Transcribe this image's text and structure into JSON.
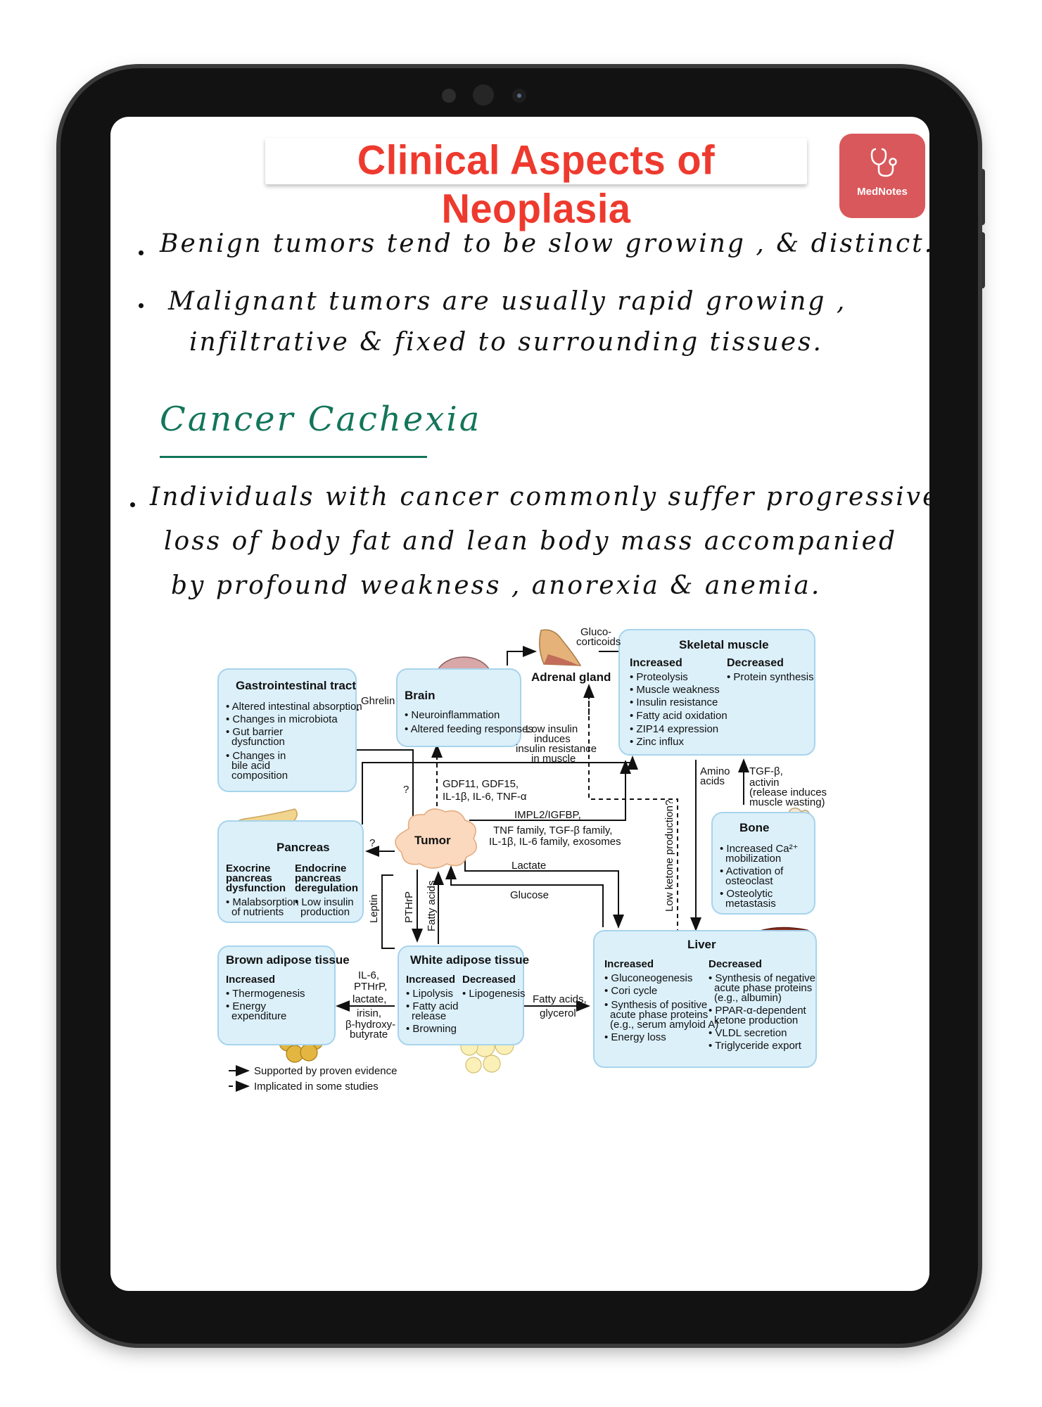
{
  "header": {
    "title": "Clinical Aspects of  Neoplasia",
    "logo_label": "MedNotes",
    "logo_icon": "stethoscope-icon"
  },
  "notes": {
    "bullet1": "Benign tumors tend to be slow growing , & distinct.",
    "bullet2_line1": "Malignant tumors are usually rapid growing ,",
    "bullet2_line2": "infiltrative & fixed to surrounding tissues.",
    "section_title": "Cancer Cachexia",
    "bullet3_line1": "Individuals with cancer commonly suffer progressive",
    "bullet3_line2": "loss of body fat and lean body mass accompanied",
    "bullet3_line3": "by profound weakness , anorexia & anemia."
  },
  "diagram": {
    "gi": {
      "title": "Gastrointestinal tract",
      "items": [
        "• Altered intestinal absorption",
        "• Changes in microbiota",
        "• Gut barrier",
        "dysfunction",
        "• Changes in",
        "bile acid",
        "composition"
      ]
    },
    "brain": {
      "title": "Brain",
      "items": [
        "• Neuroinflammation",
        "• Altered  feeding responses"
      ]
    },
    "adrenal": {
      "title": "Adrenal gland"
    },
    "skeletal": {
      "title": "Skeletal muscle",
      "increased": "Increased",
      "decreased": "Decreased",
      "inc_items": [
        "• Proteolysis",
        "• Muscle weakness",
        "• Insulin resistance",
        "• Fatty acid oxidation",
        "• ZIP14 expression",
        "• Zinc influx"
      ],
      "dec_items": [
        "• Protein synthesis"
      ]
    },
    "pancreas": {
      "title": "Pancreas",
      "exo": [
        "Exocrine",
        "pancreas",
        "dysfunction"
      ],
      "endo": [
        "Endocrine",
        "pancreas",
        "deregulation"
      ],
      "exo_items": [
        "• Malabsorption",
        "of nutrients"
      ],
      "endo_items": [
        "• Low insulin",
        "production"
      ]
    },
    "tumor": {
      "label": "Tumor"
    },
    "bone": {
      "title": "Bone",
      "items": [
        "• Increased Ca²⁺",
        "mobilization",
        "• Activation of",
        "osteoclast",
        "• Osteolytic",
        "metastasis"
      ]
    },
    "brown": {
      "title": "Brown adipose tissue",
      "increased": "Increased",
      "items": [
        "• Thermogenesis",
        "• Energy",
        "expenditure"
      ]
    },
    "white": {
      "title": "White adipose tissue",
      "increased": "Increased",
      "decreased": "Decreased",
      "inc_items": [
        "• Lipolysis",
        "• Fatty acid",
        "release",
        "• Browning"
      ],
      "dec_items": [
        "• Lipogenesis"
      ]
    },
    "liver": {
      "title": "Liver",
      "increased": "Increased",
      "decreased": "Decreased",
      "inc_items": [
        "• Gluconeogenesis",
        "• Cori cycle",
        "• Synthesis of positive",
        "acute phase proteins",
        "(e.g., serum amyloid A)",
        "• Energy loss"
      ],
      "dec_items": [
        "• Synthesis of negative",
        "acute phase proteins",
        "(e.g., albumin)",
        "• PPAR-α-dependent",
        "ketone production",
        "• VLDL secretion",
        "• Triglyceride export"
      ]
    },
    "labels": {
      "ghrelin": "Ghrelin",
      "gluco": [
        "Gluco-",
        "corticoids"
      ],
      "low_insulin": [
        "Low insulin",
        "induces",
        "insulin resistance",
        "in muscle"
      ],
      "gdf": [
        "GDF11, GDF15,",
        "IL-1β, IL-6, TNF-α"
      ],
      "q1": "?",
      "q2": "?",
      "impl": "IMPL2/IGFBP,",
      "tnf": [
        "TNF family, TGF-β family,",
        "IL-1β, IL-6 family, exosomes"
      ],
      "amino": [
        "Amino",
        "acids"
      ],
      "tgf": [
        "TGF-β,",
        "activin",
        "(release induces",
        "muscle wasting)"
      ],
      "low_ketone": "Low ketone production?",
      "lactate": "Lactate",
      "glucose": "Glucose",
      "leptin": "Leptin",
      "pthrp": "PTHrP",
      "fatty_acids": "Fatty acids",
      "il6": [
        "IL-6,",
        "PTHrP,",
        "lactate,",
        "irisin,",
        "β-hydroxy-",
        "butyrate"
      ],
      "fa_glycerol": [
        "Fatty acids,",
        "glycerol"
      ]
    },
    "legend": {
      "solid": "Supported by proven evidence",
      "dashed": "Implicated in some studies"
    }
  }
}
